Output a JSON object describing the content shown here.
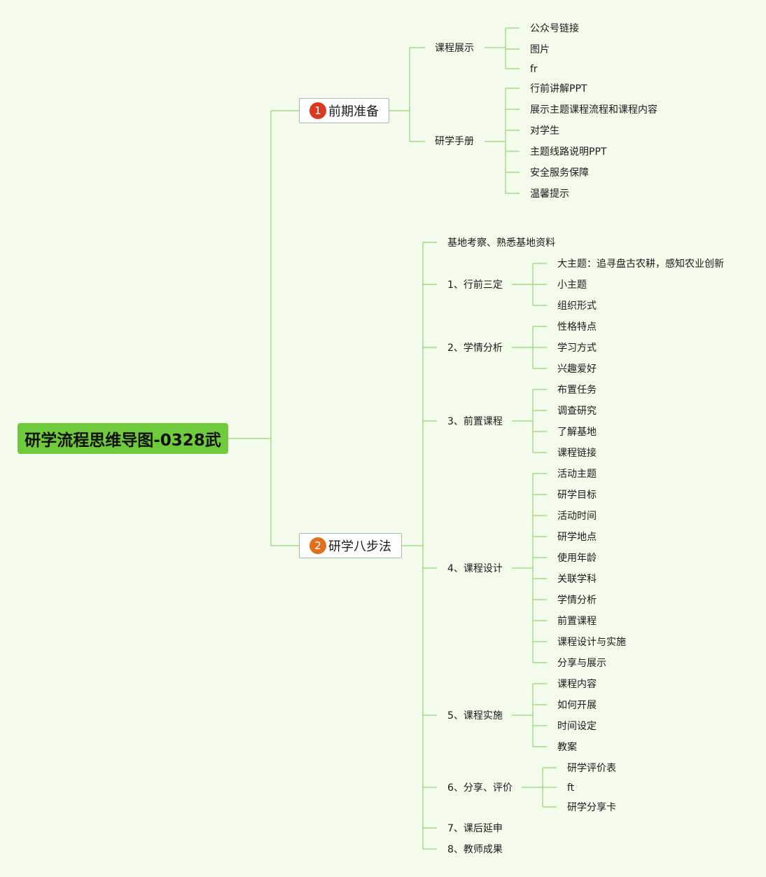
{
  "root": "研学流程思维导图-0328武",
  "colors": {
    "background": "#f3fbea",
    "root": "#6fcb3c",
    "line": "#a6d98c",
    "badge1": "#d93a1e",
    "badge2": "#e0701e"
  },
  "prep": {
    "num": "1",
    "label": "前期准备",
    "course_show": {
      "label": "课程展示",
      "items": [
        "公众号链接",
        "图片",
        "fr"
      ]
    },
    "handbook": {
      "label": "研学手册",
      "items": [
        "行前讲解PPT",
        "展示主题课程流程和课程内容",
        "对学生",
        "主题线路说明PPT",
        "安全服务保障",
        "温馨提示"
      ]
    }
  },
  "eight": {
    "num": "2",
    "label": "研学八步法",
    "base": "基地考察、熟悉基地资料",
    "s1": {
      "label": "1、行前三定",
      "items": [
        "大主题：追寻盘古农耕，感知农业创新",
        "小主题",
        "组织形式"
      ]
    },
    "s2": {
      "label": "2、学情分析",
      "items": [
        "性格特点",
        "学习方式",
        "兴趣爱好"
      ]
    },
    "s3": {
      "label": "3、前置课程",
      "items": [
        "布置任务",
        "调查研究",
        "了解基地",
        "课程链接"
      ]
    },
    "s4": {
      "label": "4、课程设计",
      "items": [
        "活动主题",
        "研学目标",
        "活动时间",
        "研学地点",
        "使用年龄",
        "关联学科",
        "学情分析",
        "前置课程",
        "课程设计与实施",
        "分享与展示"
      ]
    },
    "s5": {
      "label": "5、课程实施",
      "items": [
        "课程内容",
        "如何开展",
        "时间设定",
        "教案"
      ]
    },
    "s6": {
      "label": "6、分享、评价",
      "items": [
        "研学评价表",
        "ft",
        "研学分享卡"
      ]
    },
    "s7": "7、课后延申",
    "s8": "8、教师成果"
  }
}
